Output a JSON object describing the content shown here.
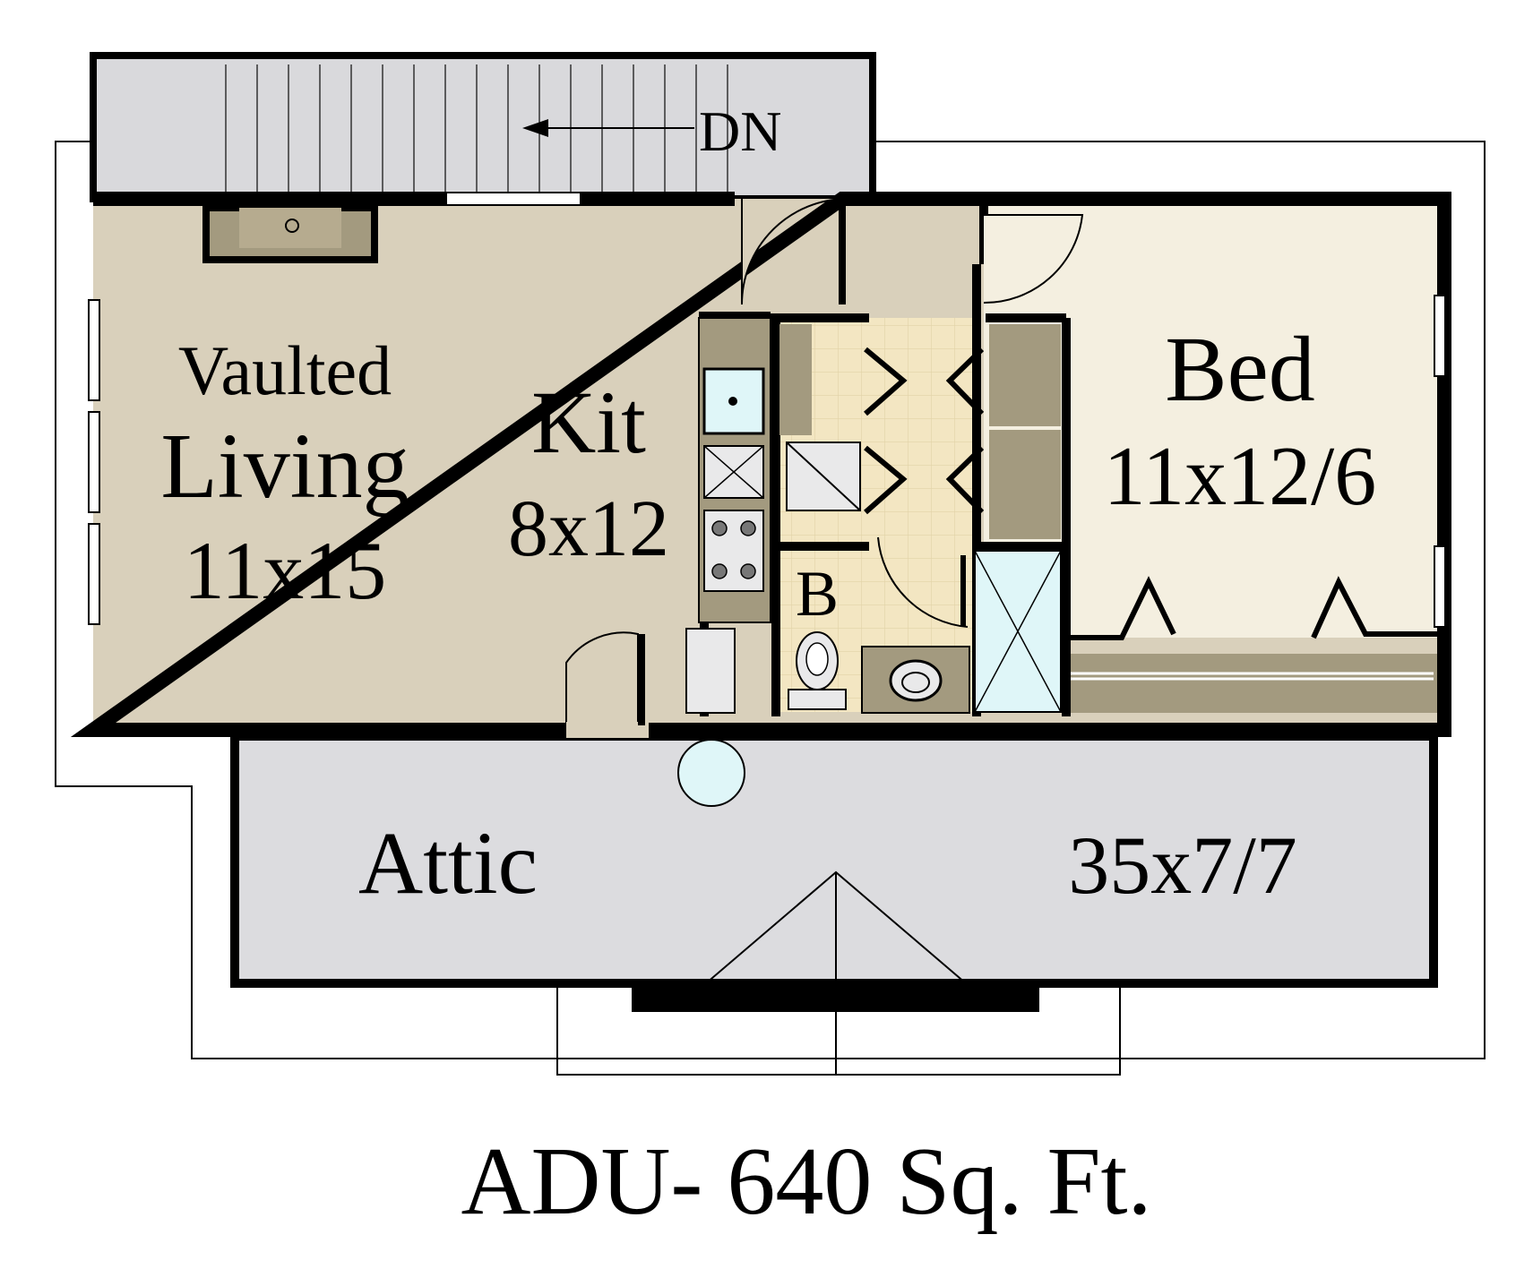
{
  "caption": "ADU- 640 Sq. Ft.",
  "stairs": {
    "label": "DN"
  },
  "rooms": {
    "living": {
      "line1": "Vaulted",
      "line2": "Living",
      "size": "11x15"
    },
    "kitchen": {
      "name": "Kit",
      "size": "8x12"
    },
    "bath": {
      "name": "B"
    },
    "bedroom": {
      "name": "Bed",
      "size": "11x12/6"
    },
    "attic": {
      "name": "Attic",
      "size": "35x7/7"
    }
  },
  "colors": {
    "wall": "#000000",
    "living_floor": "#d9d0bb",
    "bedroom_floor": "#f4efe0",
    "bath_tile": "#f3e6c2",
    "cabinet": "#a39a7f",
    "attic_floor": "#dcdcdf",
    "stair_fill": "#d9d9dc",
    "appliance": "#e9e9ea",
    "glass": "#dff6f8"
  },
  "icons": [
    "sink-icon",
    "range-icon",
    "toilet-icon",
    "lavatory-icon",
    "shower-icon",
    "fireplace-icon",
    "hatch-icon",
    "door-swing-icon"
  ]
}
